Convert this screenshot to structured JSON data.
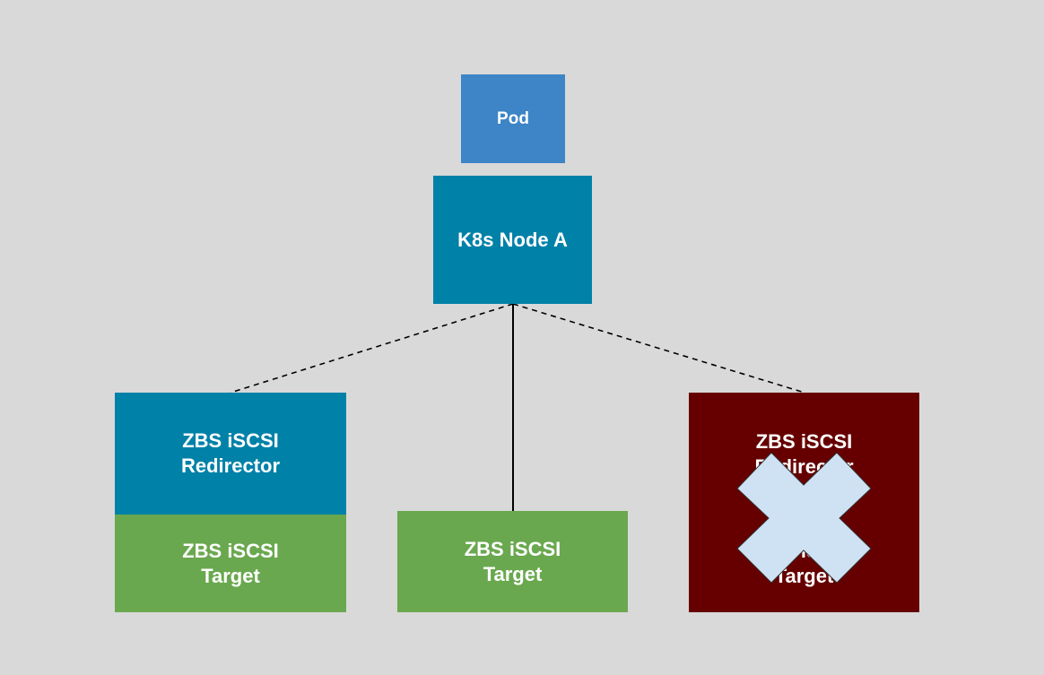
{
  "colors": {
    "background": "#d9d9d9",
    "pod": "#3d85c6",
    "node": "#0081a8",
    "redirector": "#0081a8",
    "target": "#6aa84f",
    "failed": "#660000",
    "failure_mark": "#cfe2f3",
    "connector": "#000000"
  },
  "pod": {
    "label": "Pod"
  },
  "node": {
    "label": "K8s Node A"
  },
  "left": {
    "redirector": {
      "line1": "ZBS iSCSI",
      "line2": "Redirector"
    },
    "target": {
      "line1": "ZBS iSCSI",
      "line2": "Target"
    }
  },
  "middle": {
    "target": {
      "line1": "ZBS iSCSI",
      "line2": "Target"
    }
  },
  "right": {
    "redirector": {
      "line1": "ZBS iSCSI",
      "line2": "Redirector"
    },
    "target": {
      "line1": "ZBS iSCSI",
      "line2": "Target"
    },
    "status_icon": "close-icon"
  },
  "connections": [
    {
      "from": "node",
      "to": "left-redirector",
      "style": "dashed"
    },
    {
      "from": "node",
      "to": "middle-target",
      "style": "solid"
    },
    {
      "from": "node",
      "to": "right-redirector",
      "style": "dashed"
    }
  ]
}
